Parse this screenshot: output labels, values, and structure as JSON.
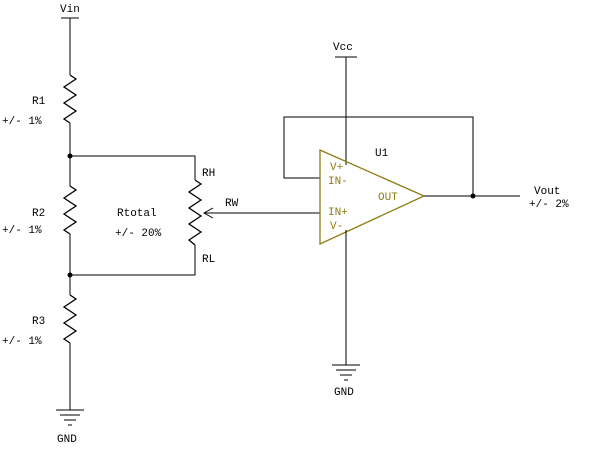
{
  "colors": {
    "wire": "#000000",
    "opamp": "#8b7d12",
    "background": "#ffffff"
  },
  "labels": {
    "vin": "Vin",
    "vcc": "Vcc",
    "gnd_left": "GND",
    "gnd_right": "GND",
    "r1": {
      "name": "R1",
      "tol": "+/- 1%"
    },
    "r2": {
      "name": "R2",
      "tol": "+/- 1%"
    },
    "r3": {
      "name": "R3",
      "tol": "+/- 1%"
    },
    "pot": {
      "name": "Rtotal",
      "tol": "+/- 20%",
      "rh": "RH",
      "rl": "RL",
      "rw": "RW"
    },
    "opamp": {
      "ref": "U1",
      "vplus": "V+",
      "inminus": "IN-",
      "inplus": "IN+",
      "vminus": "V-",
      "out": "OUT"
    },
    "vout": {
      "name": "Vout",
      "tol": "+/- 2%"
    }
  }
}
